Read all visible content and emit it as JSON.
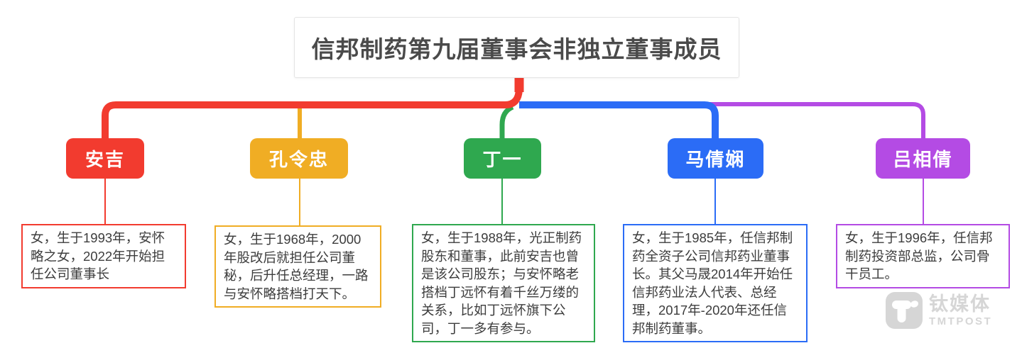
{
  "title": "信邦制药第九届董事会非独立董事成员",
  "members": [
    {
      "name": "安吉",
      "color": "#F23B2F",
      "description": "女，生于1993年，安怀略之女，2022年开始担任公司董事长"
    },
    {
      "name": "孔令忠",
      "color": "#F0AD24",
      "description": "女，生于1968年，2000年股改后就担任公司董秘，后升任总经理，一路与安怀略搭档打天下。"
    },
    {
      "name": "丁一",
      "color": "#2FA84F",
      "description": "女，生于1988年，光正制药股东和董事，此前安吉也曾是该公司股东；与安怀略老搭档丁远怀有着千丝万缕的关系，比如丁远怀旗下公司，丁一多有参与。"
    },
    {
      "name": "马倩娴",
      "color": "#2B6CF6",
      "description": "女，生于1985年，任信邦制药全资子公司信邦药业董事长。其父马晟2014年开始任信邦药业法人代表、总经理，2017年-2020年还任信邦制药董事。"
    },
    {
      "name": "吕相倩",
      "color": "#B44BE4",
      "description": "女，生于1996年，任信邦制药投资部总监，公司骨干员工。"
    }
  ],
  "watermark": {
    "name": "钛媒体",
    "subtitle": "TMTPOST",
    "color": "#D6D6D6"
  }
}
